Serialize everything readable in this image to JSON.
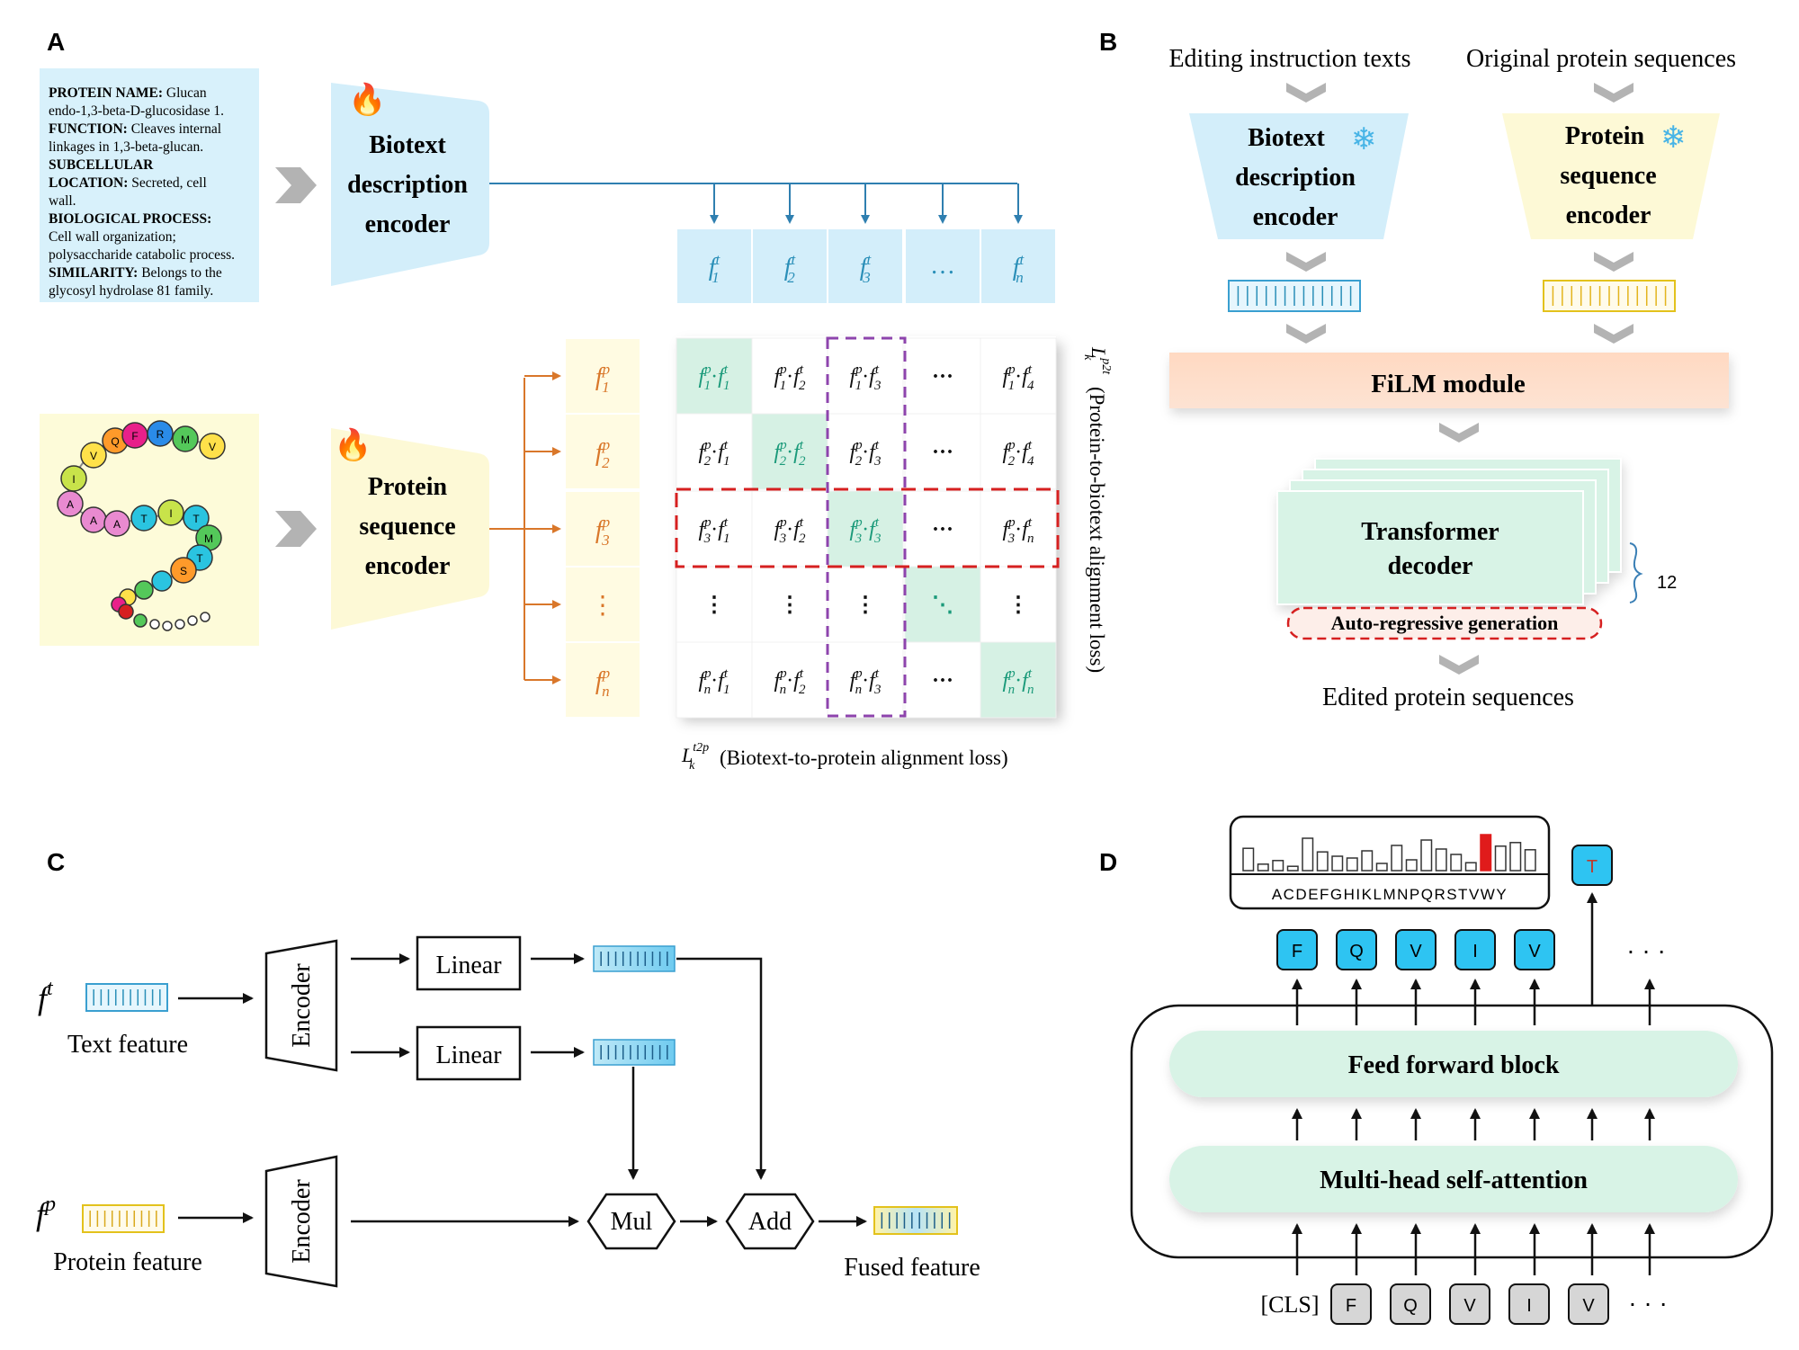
{
  "panels": {
    "a": "A",
    "b": "B",
    "c": "C",
    "d": "D"
  },
  "panel_a": {
    "description": [
      {
        "label": "PROTEIN NAME:",
        "text": " Glucan"
      },
      {
        "label": "",
        "text": "endo-1,3-beta-D-glucosidase 1."
      },
      {
        "label": "FUNCTION:",
        "text": "  Cleaves internal"
      },
      {
        "label": "",
        "text": "linkages in 1,3-beta-glucan."
      },
      {
        "label": "SUBCELLULAR",
        "text": ""
      },
      {
        "label": "LOCATION:",
        "text": " Secreted, cell"
      },
      {
        "label": "",
        "text": "wall."
      },
      {
        "label": "BIOLOGICAL PROCESS:",
        "text": ""
      },
      {
        "label": "",
        "text": "Cell wall organization;"
      },
      {
        "label": "",
        "text": "polysaccharide catabolic process."
      },
      {
        "label": "SIMILARITY:",
        "text": " Belongs to the"
      },
      {
        "label": "",
        "text": "glycosyl hydrolase 81 family."
      }
    ],
    "text_encoder": [
      "Biotext",
      "description",
      "encoder"
    ],
    "protein_encoder": [
      "Protein",
      "sequence",
      "encoder"
    ],
    "protein_beads": [
      {
        "letter": "I",
        "color": "#c8e34a"
      },
      {
        "letter": "V",
        "color": "#ffe14a"
      },
      {
        "letter": "Q",
        "color": "#ff9a2a"
      },
      {
        "letter": "F",
        "color": "#e8208a"
      },
      {
        "letter": "R",
        "color": "#2a8be8"
      },
      {
        "letter": "M",
        "color": "#54c85a"
      },
      {
        "letter": "V",
        "color": "#ffe14a"
      },
      {
        "letter": "A",
        "color": "#e98ad0"
      },
      {
        "letter": "A",
        "color": "#e98ad0"
      },
      {
        "letter": "A",
        "color": "#e98ad0"
      },
      {
        "letter": "T",
        "color": "#2ac4e0"
      },
      {
        "letter": "I",
        "color": "#c8e34a"
      },
      {
        "letter": "T",
        "color": "#2ac4e0"
      },
      {
        "letter": "M",
        "color": "#54c85a"
      },
      {
        "letter": "T",
        "color": "#2ac4e0"
      },
      {
        "letter": "S",
        "color": "#ff9a2a"
      }
    ],
    "text_features": [
      "f",
      "f",
      "f",
      "…",
      "f"
    ],
    "text_feature_subs": [
      "1",
      "2",
      "3",
      "",
      "n"
    ],
    "protein_features": [
      "f",
      "f",
      "f",
      "⋮",
      "f"
    ],
    "protein_feature_subs": [
      "1",
      "2",
      "3",
      "",
      "n"
    ],
    "matrix": [
      [
        {
          "p": "1",
          "t": "1"
        },
        {
          "p": "1",
          "t": "2"
        },
        {
          "p": "1",
          "t": "3"
        },
        {
          "dots": "···"
        },
        {
          "p": "1",
          "t": "4"
        }
      ],
      [
        {
          "p": "2",
          "t": "1"
        },
        {
          "p": "2",
          "t": "2"
        },
        {
          "p": "2",
          "t": "3"
        },
        {
          "dots": "···"
        },
        {
          "p": "2",
          "t": "4"
        }
      ],
      [
        {
          "p": "3",
          "t": "1"
        },
        {
          "p": "3",
          "t": "2"
        },
        {
          "p": "3",
          "t": "3"
        },
        {
          "dots": "···"
        },
        {
          "p": "3",
          "t": "n"
        }
      ],
      [
        {
          "dots": "⋮"
        },
        {
          "dots": "⋮"
        },
        {
          "dots": "⋮"
        },
        {
          "dots": "⋱"
        },
        {
          "dots": "⋮"
        }
      ],
      [
        {
          "p": "n",
          "t": "1"
        },
        {
          "p": "n",
          "t": "2"
        },
        {
          "p": "n",
          "t": "3"
        },
        {
          "dots": "···"
        },
        {
          "p": "n",
          "t": "n"
        }
      ]
    ],
    "loss_t2p": "(Biotext-to-protein alignment loss)",
    "loss_p2t": "(Protein-to-biotext alignment loss)"
  },
  "panel_b": {
    "input_text": "Editing instruction texts",
    "input_protein": "Original protein sequences",
    "text_encoder": [
      "Biotext",
      "description",
      "encoder"
    ],
    "protein_encoder": [
      "Protein",
      "sequence",
      "encoder"
    ],
    "film": "FiLM  module",
    "decoder": [
      "Transformer",
      "decoder"
    ],
    "layers": "12",
    "autoregressive": "Auto-regressive generation",
    "output": "Edited protein sequences"
  },
  "panel_c": {
    "ft_symbol": "f",
    "ft_sup": "t",
    "fp_symbol": "f",
    "fp_sup": "p",
    "text_feature": "Text feature",
    "protein_feature": "Protein feature",
    "encoder": "Encoder",
    "linear": "Linear",
    "mul": "Mul",
    "add": "Add",
    "fused": "Fused feature"
  },
  "panel_d": {
    "alphabet": "ACDEFGHIKLMNPQRSTVWY",
    "histogram": [
      0.62,
      0.18,
      0.28,
      0.12,
      0.9,
      0.52,
      0.4,
      0.35,
      0.55,
      0.2,
      0.7,
      0.3,
      0.85,
      0.6,
      0.45,
      0.22,
      1.0,
      0.68,
      0.78,
      0.58
    ],
    "highlight_index": 16,
    "highlight_color": "#e01b1b",
    "predicted": "T",
    "outputs": [
      "F",
      "Q",
      "V",
      "I",
      "V"
    ],
    "inputs": [
      "F",
      "Q",
      "V",
      "I",
      "V"
    ],
    "cls": "[CLS]",
    "ellipsis": "· · ·",
    "ffn": "Feed forward block",
    "mhsa": "Multi-head self-attention"
  }
}
